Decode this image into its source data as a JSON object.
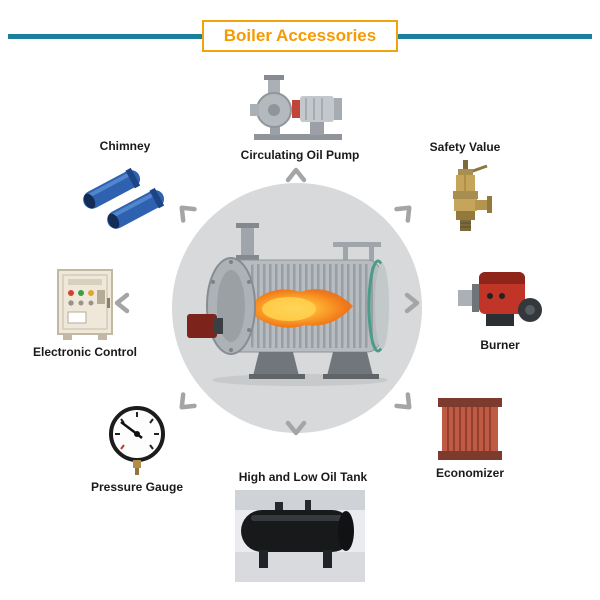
{
  "header": {
    "title": "Boiler Accessories",
    "accent_color": "#f59b00",
    "rule_color": "#1b7f9e"
  },
  "center": {
    "icon": "thermal-oil-boiler-image",
    "circle_color": "#d8d9da",
    "flame_color": "#ff8a1e"
  },
  "chevrons": [
    "up",
    "up-left",
    "up-right",
    "left",
    "right",
    "down-left",
    "down-right",
    "down"
  ],
  "items": [
    {
      "id": "chimney",
      "label": "Chimney",
      "icon": "chimney-pipes-icon",
      "position": "top-left"
    },
    {
      "id": "circulating-oil-pump",
      "label": "Circulating Oil Pump",
      "icon": "oil-pump-icon",
      "position": "top-center"
    },
    {
      "id": "safety-value",
      "label": "Safety Value",
      "icon": "safety-valve-icon",
      "position": "top-right"
    },
    {
      "id": "electronic-control",
      "label": "Electronic Control",
      "icon": "control-cabinet-icon",
      "position": "left"
    },
    {
      "id": "burner",
      "label": "Burner",
      "icon": "burner-icon",
      "position": "right"
    },
    {
      "id": "pressure-gauge",
      "label": "Pressure Gauge",
      "icon": "pressure-gauge-icon",
      "position": "bottom-left"
    },
    {
      "id": "high-and-low-oil-tank",
      "label": "High and Low Oil Tank",
      "icon": "oil-tank-icon",
      "position": "bottom-center"
    },
    {
      "id": "economizer",
      "label": "Economizer",
      "icon": "economizer-icon",
      "position": "bottom-right"
    }
  ]
}
